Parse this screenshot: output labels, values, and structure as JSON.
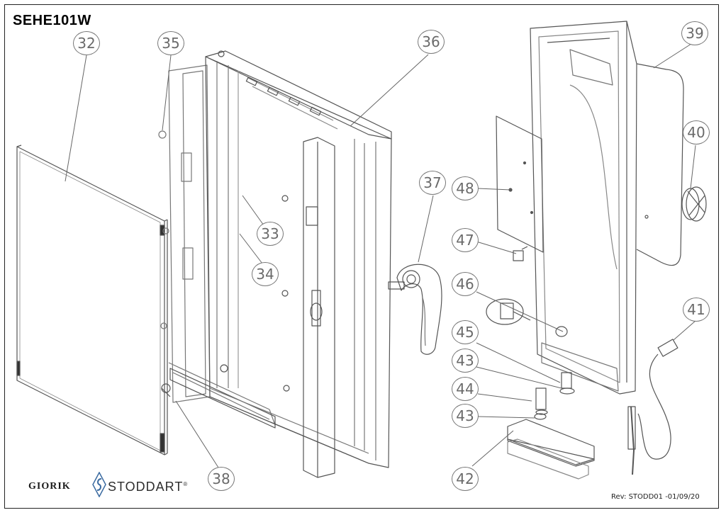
{
  "header": {
    "model_code": "SEHE101W"
  },
  "footer": {
    "brand_giorik": "GIORIK",
    "brand_stoddart": "STODDART",
    "brand_stoddart_trademark": "®",
    "revision": "Rev: STODD01 -01/09/20"
  },
  "callouts": [
    {
      "id": "32",
      "label": "32"
    },
    {
      "id": "35",
      "label": "35"
    },
    {
      "id": "36",
      "label": "36"
    },
    {
      "id": "33",
      "label": "33"
    },
    {
      "id": "34",
      "label": "34"
    },
    {
      "id": "37",
      "label": "37"
    },
    {
      "id": "38",
      "label": "38"
    },
    {
      "id": "39",
      "label": "39"
    },
    {
      "id": "40",
      "label": "40"
    },
    {
      "id": "48",
      "label": "48"
    },
    {
      "id": "47",
      "label": "47"
    },
    {
      "id": "46",
      "label": "46"
    },
    {
      "id": "41",
      "label": "41"
    },
    {
      "id": "45",
      "label": "45"
    },
    {
      "id": "43a",
      "label": "43"
    },
    {
      "id": "44",
      "label": "44"
    },
    {
      "id": "43b",
      "label": "43"
    },
    {
      "id": "42",
      "label": "42"
    }
  ],
  "colors": {
    "line": "#555555",
    "callout_text": "#6a6a6a",
    "stoddart_blue": "#3a6aa0"
  }
}
